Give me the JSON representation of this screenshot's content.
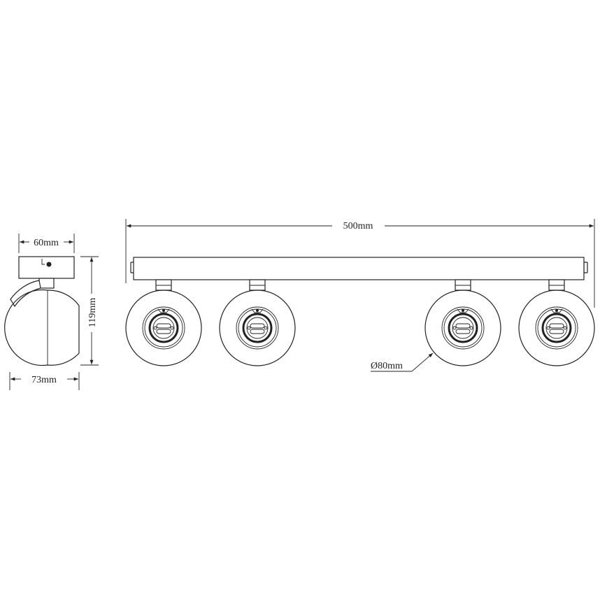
{
  "dimensions": {
    "base_width": "60mm",
    "height": "119mm",
    "head_depth": "73mm",
    "total_length": "500mm",
    "head_diameter": "Ø80mm"
  },
  "spotlight_count": 4,
  "colors": {
    "line": "#222222",
    "background": "#ffffff"
  }
}
